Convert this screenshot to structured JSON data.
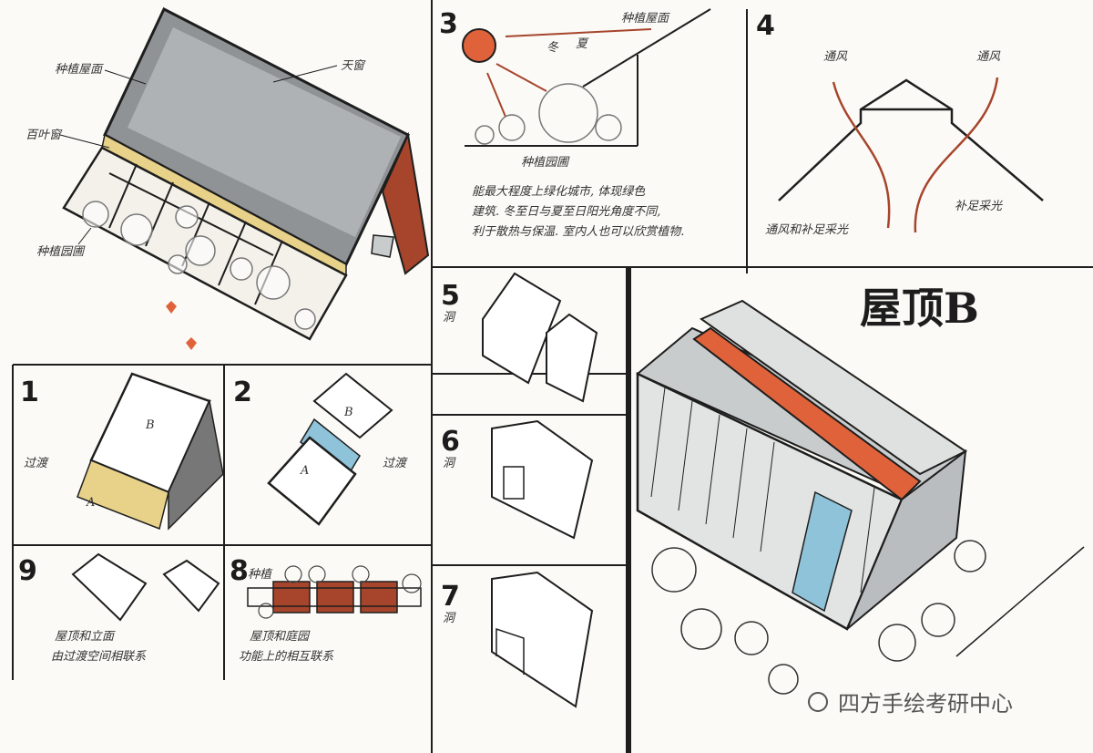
{
  "sheet_title": "屋顶B",
  "watermark": "四方手绘考研中心",
  "main_sketch": {
    "label_roof": "种植屋面",
    "label_skylight": "天窗",
    "label_louver": "百叶窗",
    "label_garden": "种植园圃"
  },
  "panel_3": {
    "number": "3",
    "label_roof": "种植屋面",
    "label_winter": "冬",
    "label_summer": "夏",
    "label_garden": "种植园圃",
    "notes": [
      "能最大程度上绿化城市, 体现绿色",
      "建筑. 冬至日与夏至日阳光角度不同,",
      "利于散热与保温. 室内人也可以欣赏植物."
    ]
  },
  "panel_4": {
    "number": "4",
    "label_vent_left": "通风",
    "label_vent_right": "通风",
    "label_light": "补足采光",
    "caption": "通风和补足采光"
  },
  "panel_1": {
    "number": "1",
    "label_b": "B",
    "label_a": "A",
    "label_transition": "过渡"
  },
  "panel_2": {
    "number": "2",
    "label_b": "B",
    "label_a": "A",
    "label_transition": "过渡"
  },
  "panel_5": {
    "number": "5",
    "label_side": "洞"
  },
  "panel_6": {
    "number": "6",
    "label_side": "洞"
  },
  "panel_7": {
    "number": "7",
    "label_side": "洞"
  },
  "panel_8": {
    "number": "8",
    "label_top": "种植",
    "captions": [
      "屋顶和庭园",
      "功能上的相互联系"
    ]
  },
  "panel_9": {
    "number": "9",
    "captions": [
      "屋顶和立面",
      "由过渡空间相联系"
    ]
  },
  "colors": {
    "accent_orange": "#e0623a",
    "rust": "#a6452c",
    "glass": "#8a8f92",
    "yellow": "#e8d28a",
    "ink": "#1e1e1e"
  }
}
